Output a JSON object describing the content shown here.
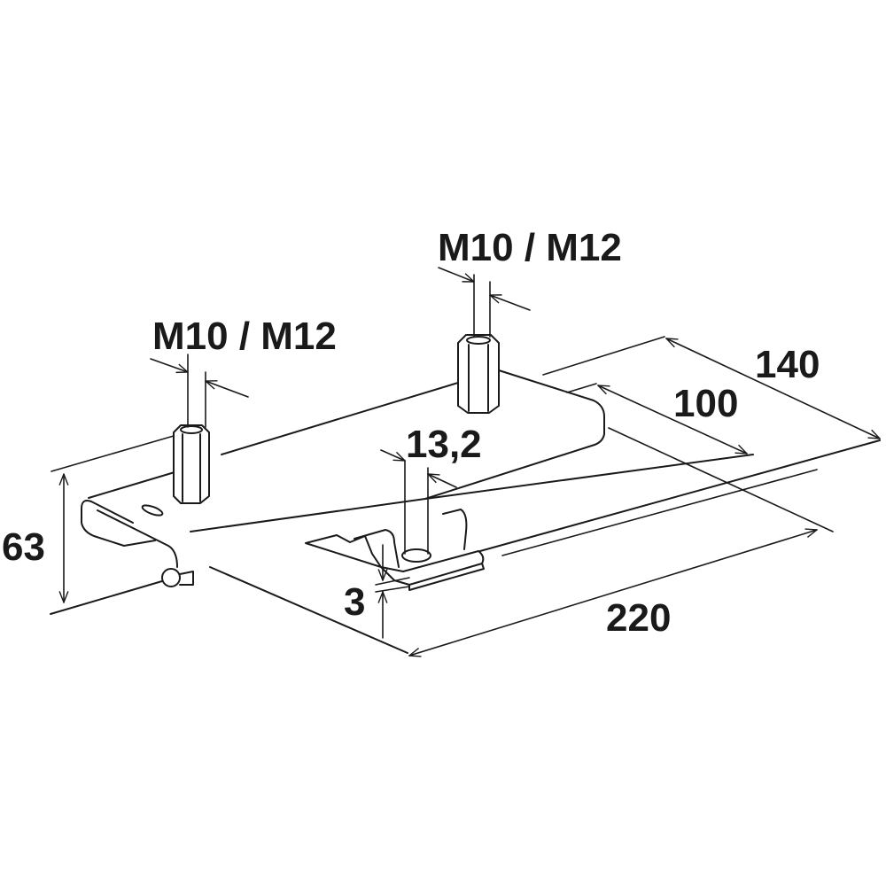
{
  "drawing": {
    "labels": {
      "thread_left": "M10 / M12",
      "thread_right": "M10 / M12",
      "width_outer": "140",
      "width_inner": "100",
      "hole_diameter": "13,2",
      "height": "63",
      "thickness": "3",
      "length": "220"
    }
  }
}
